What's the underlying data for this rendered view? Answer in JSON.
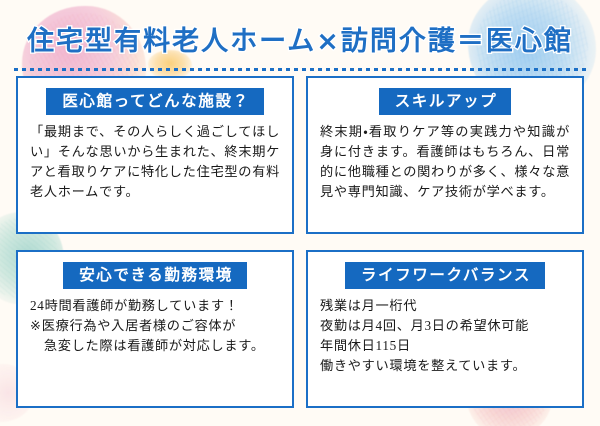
{
  "header": {
    "title": "住宅型有料老人ホーム×訪問介護＝医心館",
    "title_color": "#1F6FC4",
    "divider_color": "#1B6FC6"
  },
  "theme": {
    "background": "#FFFBF5",
    "card_border": "#1B6FC6",
    "card_header_bg": "#1569C0",
    "card_header_text": "#FFFFFF",
    "body_text": "#1A1A1A"
  },
  "cards": [
    {
      "id": "facility-intro",
      "heading": "医心館ってどんな施設？",
      "body": "「最期まで、その人らしく過ごしてほしい」そんな思いから生まれた、終末期ケアと看取りケアに特化した住宅型の有料老人ホームです。"
    },
    {
      "id": "skill-up",
      "heading": "スキルアップ",
      "body": "終末期・看取りケア等の実践力や知識が身に付きます。看護師はもちろん、日常的に他職種との関わりが多く、様々な意見や専門知識、ケア技術が学べます。"
    },
    {
      "id": "work-environment",
      "heading": "安心できる勤務環境",
      "body": "24時間看護師が勤務しています！\n※医療行為や入居者様のご容体が\n　急変した際は看護師が対応します。"
    },
    {
      "id": "life-work-balance",
      "heading": "ライフワークバランス",
      "body": "残業は月一桁代\n夜勤は月4回、月3日の希望休可能\n年間休日115日\n働きやすい環境を整えています。"
    }
  ],
  "decorations": [
    {
      "name": "pink-watercolor-blob-top-left",
      "color": "#E88CB9"
    },
    {
      "name": "blue-watercolor-blob-top-right",
      "color": "#78BAEE"
    },
    {
      "name": "orange-watercolor-blob-top-center",
      "color": "#FAC45A"
    },
    {
      "name": "teal-watercolor-blob-left",
      "color": "#78C4BA"
    },
    {
      "name": "orange-watercolor-blob-right",
      "color": "#F8B670"
    },
    {
      "name": "pink-watercolor-blob-bottom-right",
      "color": "#E696B4"
    },
    {
      "name": "pink-watercolor-blob-bottom-left",
      "color": "#EEB0C4"
    }
  ]
}
